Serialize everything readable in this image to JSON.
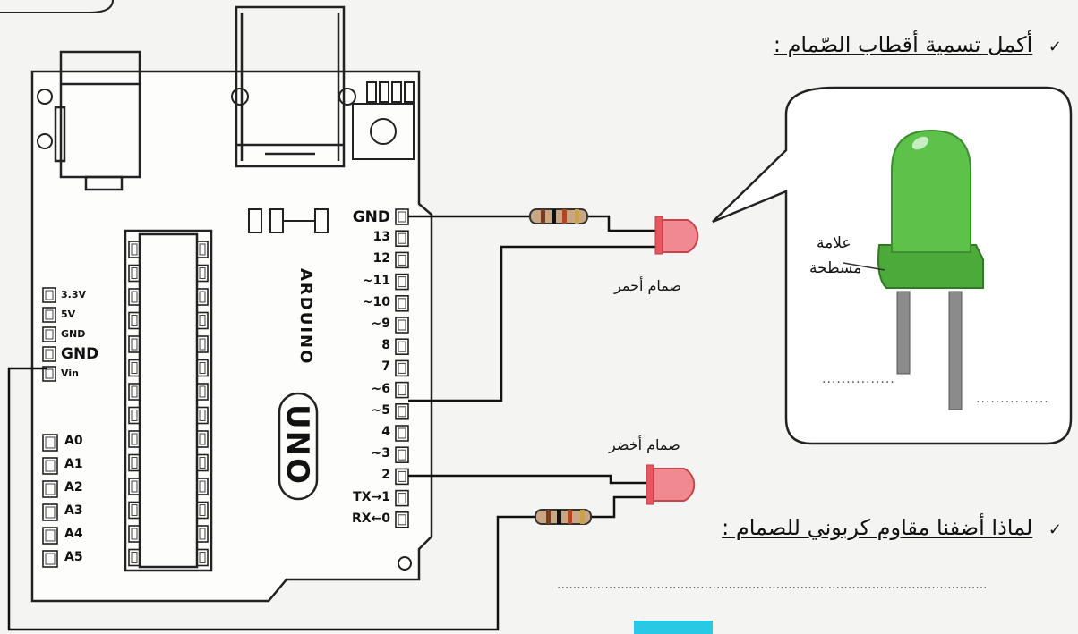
{
  "questions": {
    "q1": "أكمل تسمية أقطاب الصّمام :",
    "q2": "لماذا أضفنا مقاوم كربوني للصمام :",
    "check": "✓"
  },
  "leds": {
    "red_label": "صمام أحمر",
    "green_label": "صمام أخضر",
    "flat_mark_line1": "علامة",
    "flat_mark_line2": "مسطحة",
    "answer_dots_left": "...............",
    "answer_dots_right": "...............",
    "answer_dots_long": "............................................................................................................"
  },
  "board": {
    "name_vertical": "ARDUINO",
    "model": "UNO",
    "right_header": [
      "GND",
      "13",
      "12",
      "~11",
      "~10",
      "~9",
      "8",
      "7",
      "~6",
      "~5",
      "4",
      "~3",
      "2",
      "TX→1",
      "RX←0"
    ],
    "power_header": [
      "3.3V",
      "5V",
      "GND",
      "GND",
      "Vin"
    ],
    "analog_header": [
      "A0",
      "A1",
      "A2",
      "A3",
      "A4",
      "A5"
    ]
  },
  "colors": {
    "led_red": "#e8565f",
    "led_green": "#5cc24a",
    "wire": "#111111",
    "board_line": "#222222",
    "callout_bg": "#ffffff"
  }
}
